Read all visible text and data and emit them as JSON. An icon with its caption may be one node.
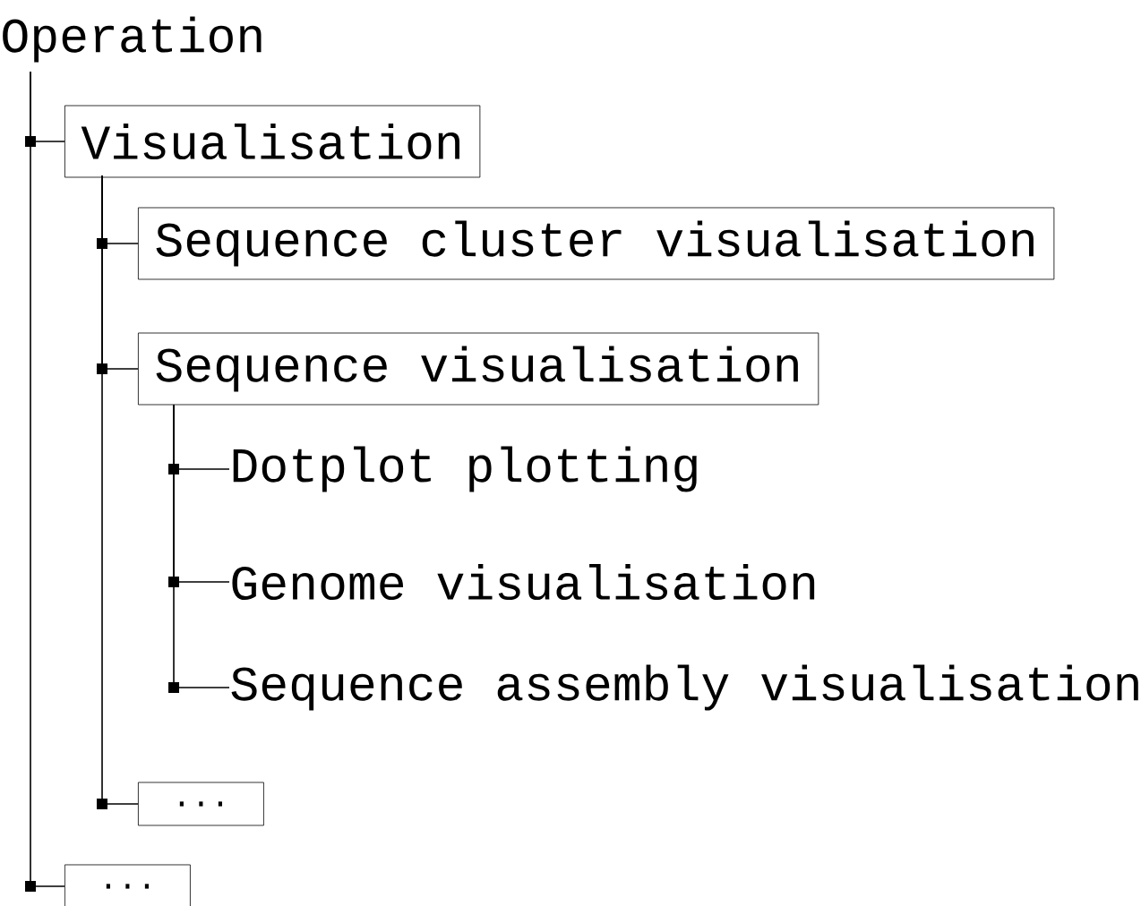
{
  "diagram": {
    "nodes": [
      {
        "text": [
          "Operation"
        ]
      },
      {
        "text": [
          "Visualisation"
        ]
      },
      {
        "text": [
          "Sequence cluster visualisation"
        ]
      },
      {
        "text": [
          "Sequence visualisation"
        ]
      },
      {
        "text": [
          "Dotplot plotting"
        ]
      },
      {
        "text": [
          "Genome visualisation"
        ]
      },
      {
        "text": [
          "Sequence assembly visualisation"
        ]
      },
      {
        "text": [
          "..."
        ]
      },
      {
        "text": [
          "..."
        ]
      }
    ],
    "edges": [
      {
        "from": 0,
        "to": 1,
        "arrow": "none"
      },
      {
        "from": 1,
        "to": 2,
        "arrow": "none"
      },
      {
        "from": 1,
        "to": 3,
        "arrow": "none"
      },
      {
        "from": 3,
        "to": 4,
        "arrow": "none"
      },
      {
        "from": 3,
        "to": 5,
        "arrow": "none"
      },
      {
        "from": 3,
        "to": 6,
        "arrow": "none"
      },
      {
        "from": 1,
        "to": 7,
        "arrow": "none"
      },
      {
        "from": 0,
        "to": 8,
        "arrow": "none"
      }
    ]
  }
}
